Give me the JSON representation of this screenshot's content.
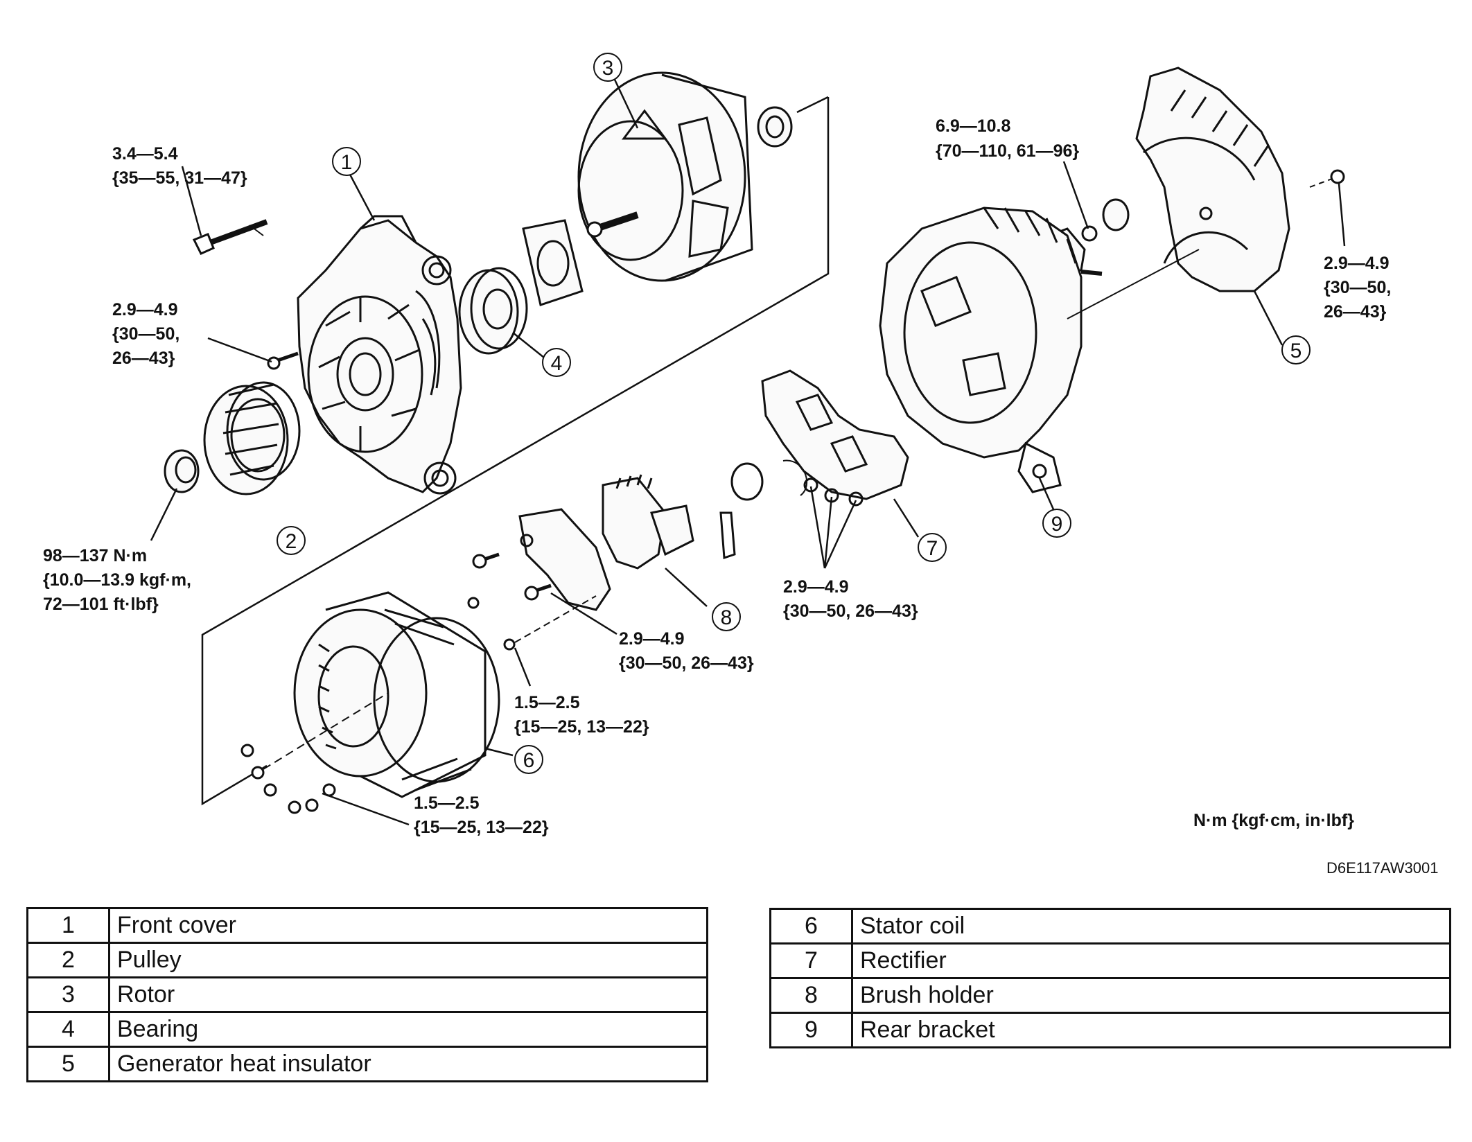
{
  "torque_labels": [
    {
      "id": "bolt-front",
      "lines": [
        "3.4—5.4",
        "{35—55, 31—47}"
      ]
    },
    {
      "id": "screw-front-cover",
      "lines": [
        "2.9—4.9",
        "{30—50,",
        "26—43}"
      ]
    },
    {
      "id": "pulley-nut",
      "lines": [
        "98—137 N·m",
        "{10.0—13.9 kgf·m,",
        "72—101 ft·lbf}"
      ]
    },
    {
      "id": "terminal-nut",
      "lines": [
        "6.9—10.8",
        "{70—110, 61—96}"
      ]
    },
    {
      "id": "insulator-screw",
      "lines": [
        "2.9—4.9",
        "{30—50,",
        "26—43}"
      ]
    },
    {
      "id": "rectifier-screws",
      "lines": [
        "2.9—4.9",
        "{30—50, 26—43}"
      ]
    },
    {
      "id": "brush-holder-screws",
      "lines": [
        "2.9—4.9",
        "{30—50, 26—43}"
      ]
    },
    {
      "id": "regulator-screw",
      "lines": [
        "1.5—2.5",
        "{15—25, 13—22}"
      ]
    },
    {
      "id": "stator-screws",
      "lines": [
        "1.5—2.5",
        "{15—25, 13—22}"
      ]
    }
  ],
  "callouts": [
    "1",
    "2",
    "3",
    "4",
    "5",
    "6",
    "7",
    "8",
    "9"
  ],
  "units_note": "N·m {kgf·cm, in·lbf}",
  "figure_id": "D6E117AW3001",
  "legend_left": [
    {
      "num": "1",
      "name": "Front cover"
    },
    {
      "num": "2",
      "name": "Pulley"
    },
    {
      "num": "3",
      "name": "Rotor"
    },
    {
      "num": "4",
      "name": "Bearing"
    },
    {
      "num": "5",
      "name": "Generator heat insulator"
    }
  ],
  "legend_right": [
    {
      "num": "6",
      "name": "Stator coil"
    },
    {
      "num": "7",
      "name": "Rectifier"
    },
    {
      "num": "8",
      "name": "Brush holder"
    },
    {
      "num": "9",
      "name": "Rear bracket"
    }
  ]
}
